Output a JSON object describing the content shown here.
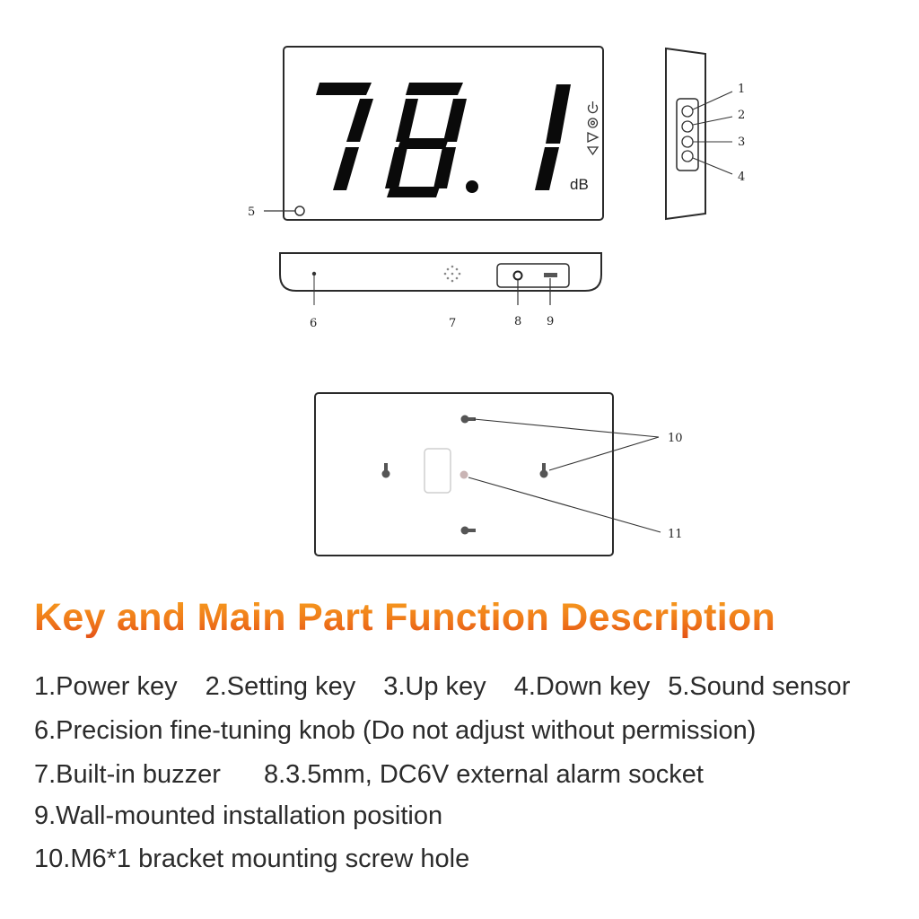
{
  "display": {
    "digits": [
      "7",
      "8",
      "1"
    ],
    "unit": "dB"
  },
  "callouts": [
    "1",
    "2",
    "3",
    "4",
    "5",
    "6",
    "7",
    "8",
    "9",
    "10",
    "11"
  ],
  "heading": "Key and Main Part Function Description",
  "descriptions": [
    [
      "1.Power key",
      "2.Setting key",
      "3.Up key",
      "4.Down key",
      "5.Sound sensor"
    ],
    [
      "6.Precision fine-tuning knob (Do not adjust without permission)"
    ],
    [
      "7.Built-in buzzer",
      "8.3.5mm, DC6V external alarm socket"
    ],
    [
      "9.Wall-mounted installation position"
    ],
    [
      "10.M6*1 bracket mounting screw hole"
    ]
  ],
  "colors": {
    "heading_top": "#f6a01f",
    "heading_bottom": "#e34e16",
    "outline": "#2a2a2a",
    "text": "#2b2b2b"
  }
}
